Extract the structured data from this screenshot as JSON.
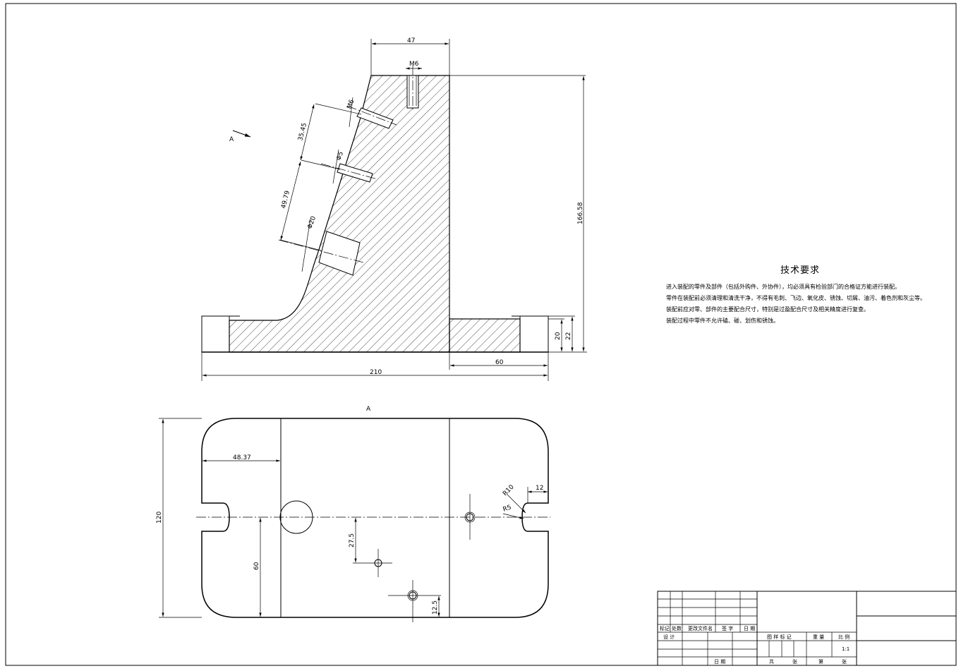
{
  "front_view": {
    "dim_top_width": "47",
    "dim_total_length": "210",
    "dim_base_right": "60",
    "dim_height": "166.58",
    "dim_base_20": "20",
    "dim_base_22": "22",
    "dim_slant_1": "35.45",
    "dim_slant_2": "49.79",
    "thread_top": "M6",
    "thread_hole_1": "M6",
    "thread_hole_2": "Φ5",
    "bore": "Φ20",
    "view_arrow": "A"
  },
  "plan_view": {
    "label": "A",
    "dim_width": "120",
    "dim_left": "48.37",
    "dim_60": "60",
    "dim_27_5": "27.5",
    "dim_12_5": "12.5",
    "dim_r10": "R10",
    "dim_r5": "R5",
    "dim_12": "12"
  },
  "technical_requirements": {
    "title": "技术要求",
    "lines": [
      "进入装配的零件及部件（包括外购件、外协件），均必须具有检验部门的合格证方能进行装配。",
      "零件在装配前必须清理和清洗干净，不得有毛刺、飞边、氧化皮、锈蚀、切屑、油污、着色剂和灰尘等。",
      "装配前应对零、部件的主要配合尺寸，特别是过盈配合尺寸及相关精度进行复查。",
      "装配过程中零件不允许磕、碰、划伤和锈蚀。"
    ]
  },
  "title_block": {
    "mark": "标记",
    "count": "处数",
    "change_doc": "更改文件名",
    "signature": "签 字",
    "date_col": "日 期",
    "design": "设 计",
    "drawing_mark": "图 样 标 记",
    "weight": "重 量",
    "scale": "比 例",
    "scale_value": "1:1",
    "date_label": "日 期",
    "total": "共",
    "sheets": "张",
    "sheet_no": "第",
    "sheet_unit": "张"
  }
}
